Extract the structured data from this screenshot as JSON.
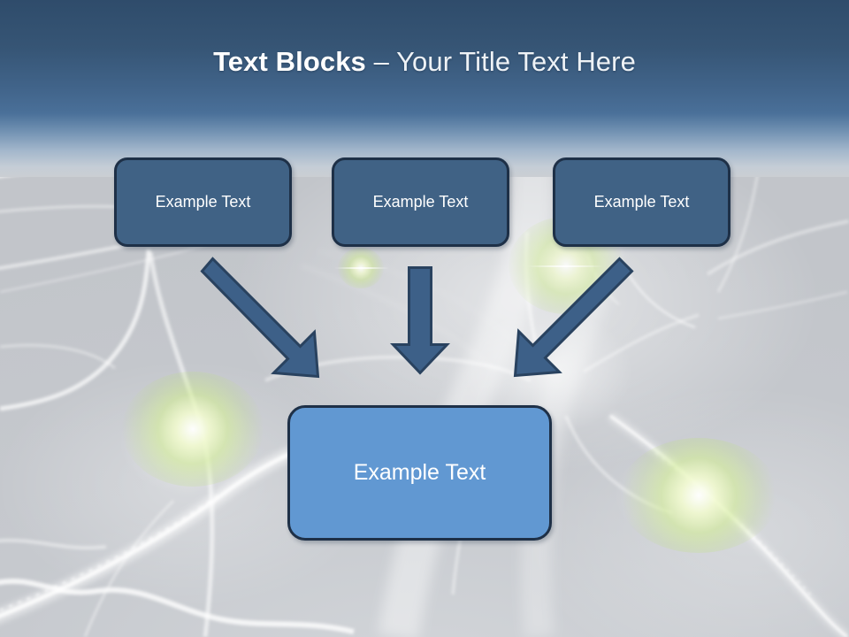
{
  "slide": {
    "title": {
      "bold_part": "Text Blocks",
      "separator": " – ",
      "rest_part": "Your Title Text Here",
      "full": "Text Blocks – Your Title Text Here"
    },
    "background": {
      "description": "neuron-nerve-cell-photo",
      "base_color": "#c6c9ce",
      "header_top_color": "#2f4c6b",
      "header_bottom_color": "#4a7099",
      "glow_color": "#ceeb8c"
    },
    "top_boxes": [
      {
        "label": "Example Text",
        "fill": "#406285",
        "border": "#1e3047"
      },
      {
        "label": "Example Text",
        "fill": "#406285",
        "border": "#1e3047"
      },
      {
        "label": "Example Text",
        "fill": "#406285",
        "border": "#1e3047"
      }
    ],
    "bottom_box": {
      "label": "Example Text",
      "fill": "#6198d2",
      "border": "#1e3047"
    },
    "arrows": [
      {
        "name": "arrow-left-diagonal",
        "direction": "down-right",
        "fill": "#3d6088",
        "border": "#29425f"
      },
      {
        "name": "arrow-center-vertical",
        "direction": "down",
        "fill": "#3d6088",
        "border": "#29425f"
      },
      {
        "name": "arrow-right-diagonal",
        "direction": "down-left",
        "fill": "#3d6088",
        "border": "#29425f"
      }
    ]
  }
}
